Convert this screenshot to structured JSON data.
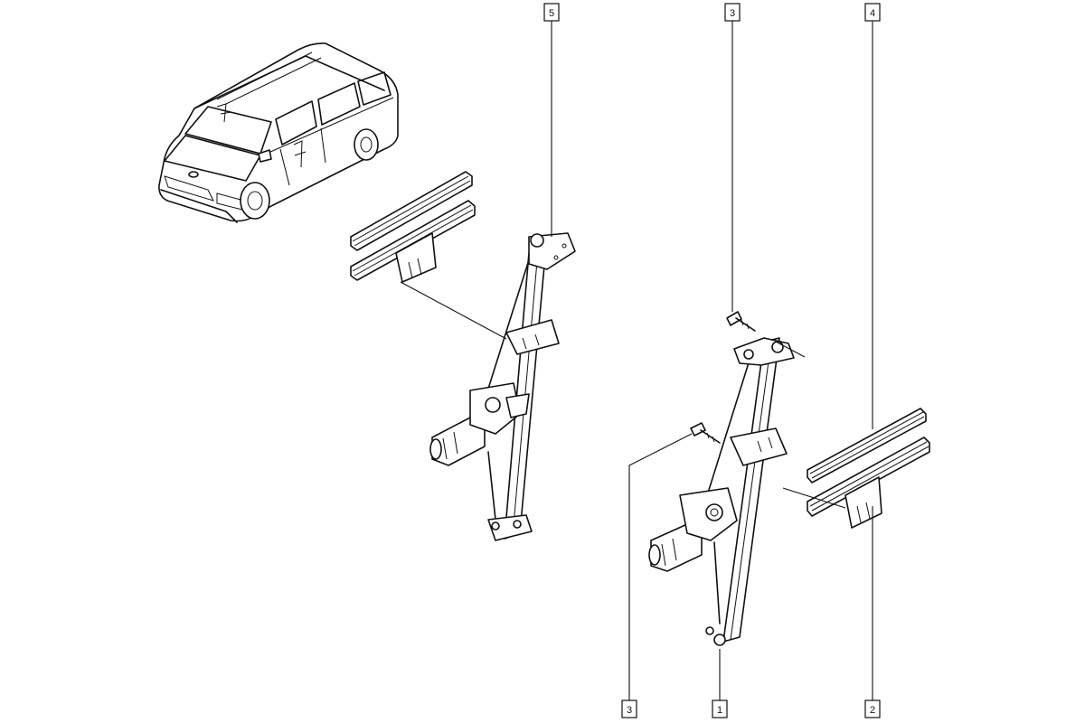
{
  "callouts": [
    {
      "id": "callout-5-top",
      "label": "5"
    },
    {
      "id": "callout-3-top",
      "label": "3"
    },
    {
      "id": "callout-4-top",
      "label": "4"
    },
    {
      "id": "callout-3-bottom",
      "label": "3"
    },
    {
      "id": "callout-1-bottom",
      "label": "1"
    },
    {
      "id": "callout-2-bottom",
      "label": "2"
    }
  ],
  "parts": [
    {
      "name": "vehicle-overview",
      "icon": "minivan-icon"
    },
    {
      "name": "left-guide-rails",
      "icon": "guide-rail-icon"
    },
    {
      "name": "left-window-regulator",
      "icon": "window-regulator-icon"
    },
    {
      "name": "right-window-regulator",
      "icon": "window-regulator-icon"
    },
    {
      "name": "right-guide-rails",
      "icon": "guide-rail-icon"
    },
    {
      "name": "bolts",
      "icon": "bolt-icon"
    }
  ]
}
